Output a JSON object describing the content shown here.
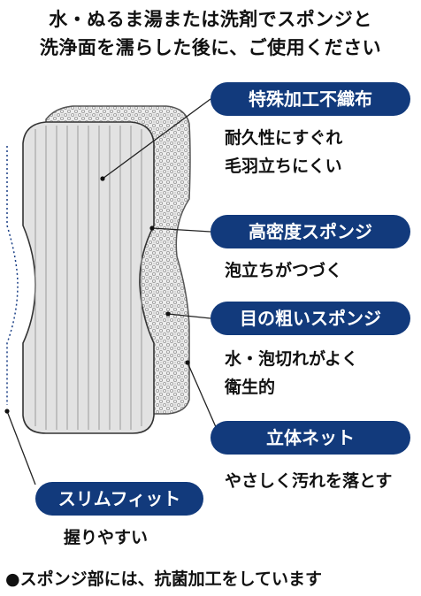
{
  "header": {
    "line1": "水・ぬるま湯または洗剤でスポンジと",
    "line2": "洗浄面を濡らした後に、ご使用ください"
  },
  "colors": {
    "pill": "#123a7c",
    "leader": "#222222",
    "fit_guide": "#1a3f86"
  },
  "features": [
    {
      "label": "特殊加工不織布",
      "desc": [
        "耐久性にすぐれ",
        "毛羽立ちにくい"
      ]
    },
    {
      "label": "高密度スポンジ",
      "desc": [
        "泡立ちがつづく"
      ]
    },
    {
      "label": "目の粗いスポンジ",
      "desc": [
        "水・泡切れがよく",
        "衛生的"
      ]
    },
    {
      "label": "立体ネット",
      "desc": [
        "やさしく汚れを落とす"
      ]
    },
    {
      "label": "スリムフィット",
      "desc": [
        "握りやすい"
      ]
    }
  ],
  "footer": "●スポンジ部には、抗菌加工をしています"
}
